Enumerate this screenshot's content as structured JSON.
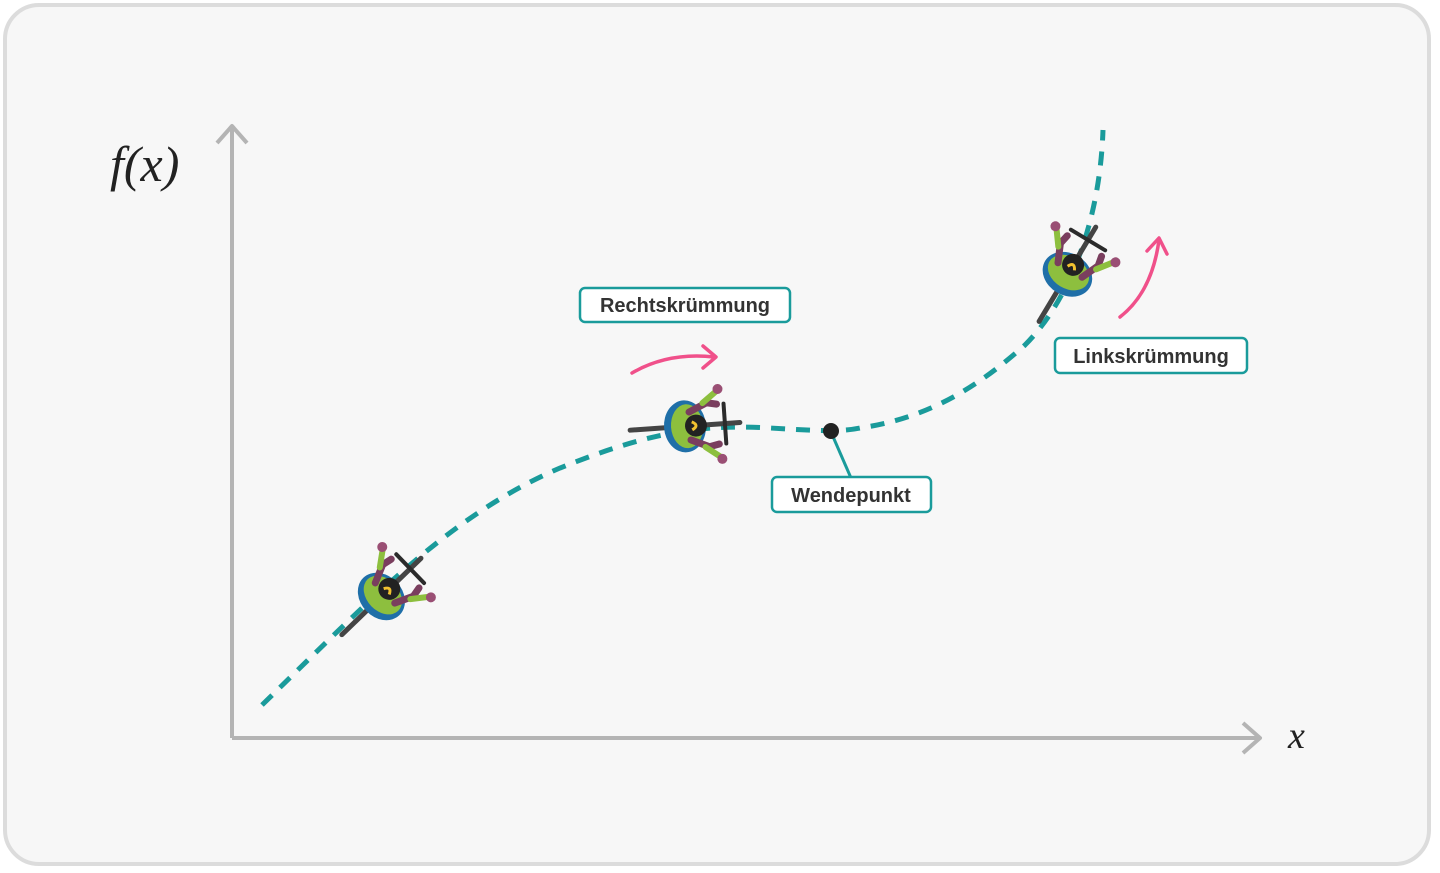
{
  "axes": {
    "y_label": "f(x)",
    "x_label": "x"
  },
  "labels": {
    "right_curvature": "Rechtskrümmung",
    "inflection_point": "Wendepunkt",
    "left_curvature": "Linkskrümmung"
  },
  "colors": {
    "curve": "#1a9b9b",
    "arrow": "#f0508a",
    "axis": "#b4b4b4",
    "label_border": "#1a9b9b",
    "inflection_point": "#222222",
    "cyclist_shirt": "#8dbf3e",
    "cyclist_helmet": "#1f6fa8",
    "cyclist_arms": "#7a3e5e",
    "bike": "#444444"
  },
  "icons": [
    "cyclist-top-view-icon",
    "curvature-arrow-icon"
  ]
}
